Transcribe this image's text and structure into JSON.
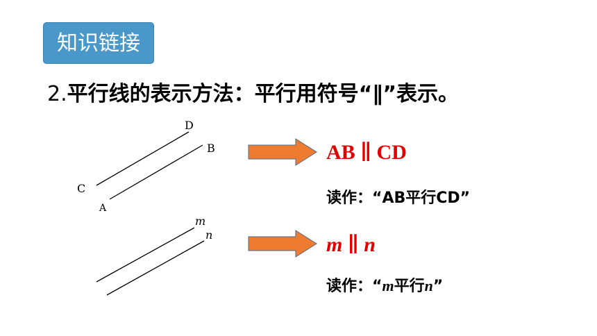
{
  "badge": {
    "label": "知识链接"
  },
  "heading": {
    "number": "2.",
    "text": "平行线的表示方法：平行用符号“∥”表示。"
  },
  "figure1": {
    "labels": {
      "D": "D",
      "B": "B",
      "C": "C",
      "A": "A"
    },
    "notation": "AB ∥ CD",
    "reading": {
      "prefix": "读作：",
      "text": "“AB平行CD”"
    }
  },
  "figure2": {
    "labels": {
      "m": "m",
      "n": "n"
    },
    "notation": {
      "left": "m",
      "symbol": "∥",
      "right": "n"
    },
    "reading": {
      "prefix": "读作：",
      "open": "“",
      "a": "m",
      "mid": "平行",
      "b": "n",
      "close": "”"
    }
  },
  "colors": {
    "badge": "#4a97c9",
    "arrow": "#ee7b30",
    "notation": "#e00000"
  }
}
